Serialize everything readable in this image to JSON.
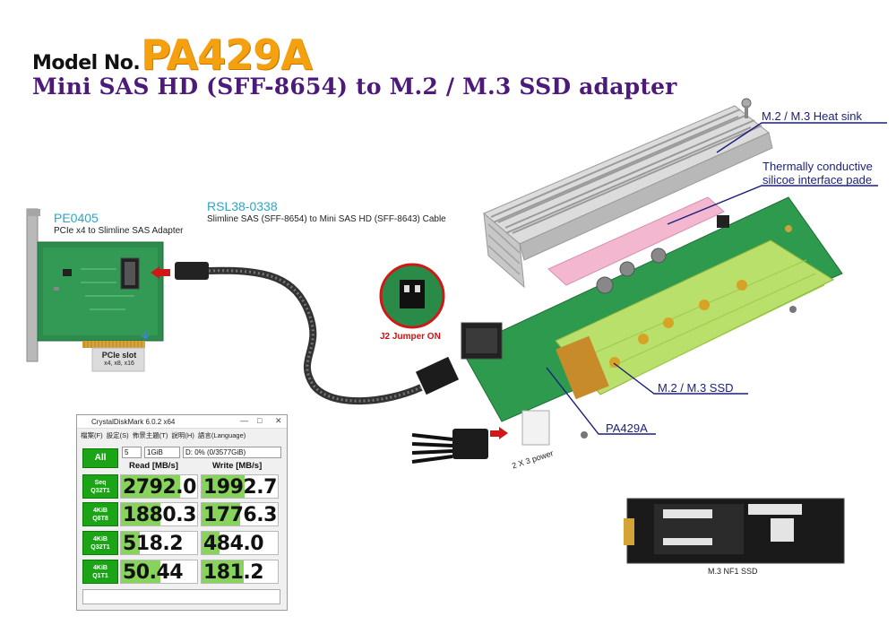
{
  "header": {
    "model_label": "Model No. :",
    "model_number": "PA429A",
    "subtitle": "Mini SAS HD (SFF-8654) to M.2 / M.3 SSD adapter"
  },
  "left_card": {
    "name": "PE0405",
    "description": "PCIe x4 to Slimline SAS Adapter",
    "slot_label": "PCIe slot",
    "slot_sub": "x4, x8, x16"
  },
  "cable": {
    "name": "RSL38-0338",
    "description": "Slimline SAS (SFF-8654) to Mini SAS HD (SFF-8643) Cable"
  },
  "callouts": {
    "heat_sink": "M.2 / M.3 Heat sink",
    "thermal_line1": "Thermally conductive",
    "thermal_line2": "silicoe interface pade",
    "jumper": "J2 Jumper ON",
    "ssd": "M.2 / M.3 SSD",
    "product": "PA429A",
    "power": "2 X 3 power",
    "nf1": "M.3 NF1 SSD"
  },
  "diskmark": {
    "title": "CrystalDiskMark 6.0.2 x64",
    "menu": "檔案(F)  設定(S)  佈景主題(T)  說明(H)  語言(Language)",
    "all_button": "All",
    "count": "5",
    "size": "1GiB",
    "drive": "D: 0% (0/3577GiB)",
    "read_header": "Read [MB/s]",
    "write_header": "Write [MB/s]",
    "rows": [
      {
        "l1": "Seq",
        "l2": "Q32T1",
        "read": "2792.0",
        "write": "1992.7",
        "read_frac": 0.78,
        "write_frac": 0.56
      },
      {
        "l1": "4KiB",
        "l2": "Q8T8",
        "read": "1880.3",
        "write": "1776.3",
        "read_frac": 0.52,
        "write_frac": 0.5
      },
      {
        "l1": "4KiB",
        "l2": "Q32T1",
        "read": "518.2",
        "write": "484.0",
        "read_frac": 0.25,
        "write_frac": 0.24
      },
      {
        "l1": "4KiB",
        "l2": "Q1T1",
        "read": "50.44",
        "write": "181.2",
        "read_frac": 0.52,
        "write_frac": 0.55
      }
    ],
    "colors": {
      "accent": "#1ba516",
      "bar": "#87d35b"
    }
  },
  "colors": {
    "model_number": "#f5a00e",
    "subtitle": "#4b1a7a",
    "callout": "#1a1f7a",
    "teal": "#2aa6c7",
    "jumper": "#d01010"
  }
}
